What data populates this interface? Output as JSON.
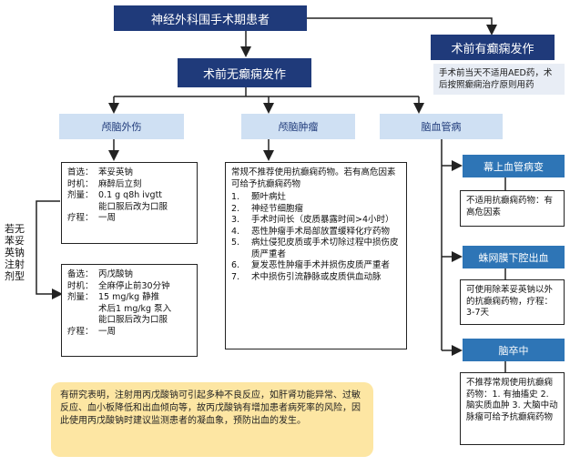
{
  "title": "神经外科围手术期患者",
  "no_seizure": "术前无癫痫发作",
  "has_seizure": "术前有癫痫发作",
  "has_seizure_note": "手术前当天不适用AED药，术后按照癫痫治疗原则用药",
  "categories": {
    "trauma": "颅脑外伤",
    "tumor": "颅脑肿瘤",
    "vascular": "脑血管病"
  },
  "side_label": "若无苯妥英钠注射剂型",
  "box_phenytoin": {
    "rows": [
      {
        "k": "首选：",
        "v": "苯妥英钠"
      },
      {
        "k": "时机：",
        "v": "麻醉后立刻"
      },
      {
        "k": "剂量：",
        "v": "0.1 g q8h ivgtt\n能口服后改为口服"
      },
      {
        "k": "疗程：",
        "v": "一周"
      }
    ]
  },
  "box_valproate": {
    "rows": [
      {
        "k": "备选：",
        "v": "丙戊酸钠"
      },
      {
        "k": "时机：",
        "v": "全麻停止前30分钟"
      },
      {
        "k": "剂量：",
        "v": "15 mg/kg 静推\n术后1 mg/kg 泵入\n能口服后改为口服"
      },
      {
        "k": "疗程：",
        "v": "一周"
      }
    ]
  },
  "tumor_box": {
    "intro": "常规不推荐使用抗癫痫药物。若有高危因素可给予抗癫痫药物",
    "items": [
      {
        "n": "1.",
        "t": "颞叶病灶"
      },
      {
        "n": "2.",
        "t": "神经节细胞瘤"
      },
      {
        "n": "3.",
        "t": "手术时间长（皮质暴露时间>4小时）"
      },
      {
        "n": "4.",
        "t": "恶性肿瘤手术局部放置缓释化疗药物"
      },
      {
        "n": "5.",
        "t": "病灶侵犯皮质或手术切除过程中损伤皮质严重者"
      },
      {
        "n": "6.",
        "t": "复发恶性肿瘤手术并损伤皮质严重者"
      },
      {
        "n": "7.",
        "t": "术中损伤引流静脉或皮质供血动脉"
      }
    ]
  },
  "vascular_sub": {
    "s1": "幕上血管病变",
    "s1_box": "不适用抗癫痫药物：有高危因素",
    "s2": "蛛网膜下腔出血",
    "s2_box": "可使用除苯妥英钠以外的抗癫痫药物，疗程：3-7天",
    "s3": "脑卒中",
    "s3_box": "不推荐常规使用抗癫痫药物：1. 有抽搐史 2. 脑实质血肿 3. 大脑中动脉瘤可给予抗癫痫药物"
  },
  "warning": "有研究表明，注射用丙戊酸钠可引起多种不良反应，如肝肾功能异常、过敏反应、血小板降低和出血倾向等，故丙戊酸钠有增加患者病死率的风险，因此使用丙戊酸钠时建议监测患者的凝血象，预防出血的发生。",
  "colors": {
    "navy": "#1f3a7a",
    "light_blue": "#cfe0f3",
    "blue": "#2e75b6",
    "warning": "#fde6a3"
  }
}
